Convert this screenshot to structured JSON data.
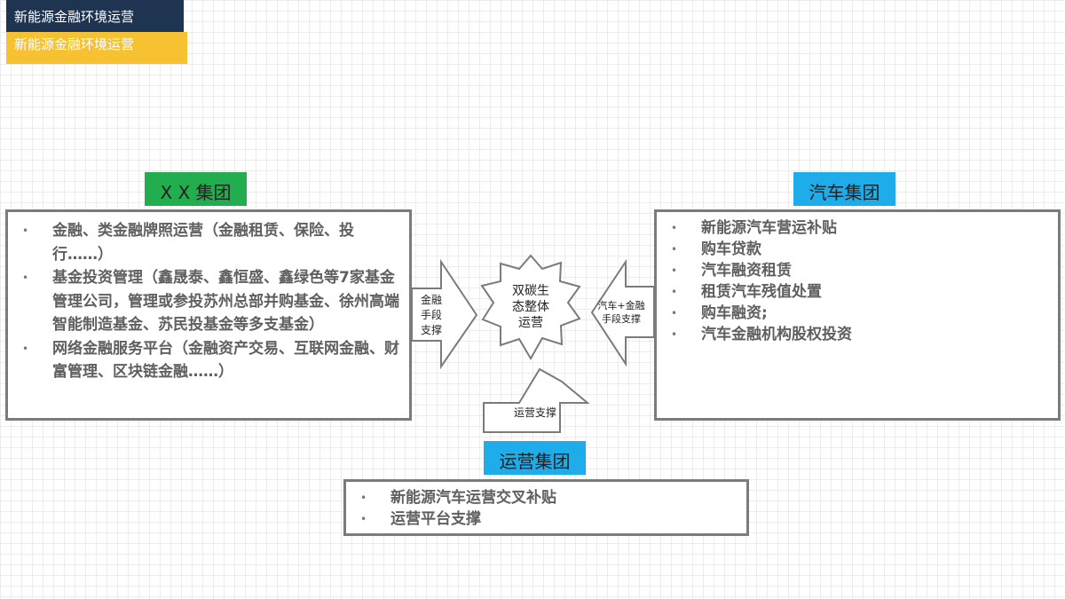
{
  "header": {
    "title_main": "新能源金融环境运营",
    "title_sub": "新能源金融环境运营"
  },
  "xx_group": {
    "label": "X X 集团",
    "items": [
      "金融、类金融牌照运营（金融租赁、保险、投行……）",
      "基金投资管理（鑫晟泰、鑫恒盛、鑫绿色等7家基金管理公司，管理或参投苏州总部并购基金、徐州高端智能制造基金、苏民投基金等多支基金）",
      "网络金融服务平台（金融资产交易、互联网金融、财富管理、区块链金融……）"
    ]
  },
  "auto_group": {
    "label": "汽车集团",
    "items": [
      "新能源汽车营运补贴",
      "购车贷款",
      "汽车融资租赁",
      "租赁汽车残值处置",
      "购车融资;",
      "汽车金融机构股权投资"
    ]
  },
  "ops_group": {
    "label": "运营集团",
    "items": [
      "新能源汽车运营交叉补贴",
      "运营平台支撑"
    ]
  },
  "center": {
    "line1": "双碳生",
    "line2": "态整体",
    "line3": "运营"
  },
  "arrows": {
    "left": {
      "line1": "金融",
      "line2": "手段",
      "line3": "支撑"
    },
    "right": {
      "line1": "汽车+金融",
      "line2": "手段支撑"
    },
    "bottom": {
      "line1": "运营支撑"
    }
  },
  "bullet_glyph": "•",
  "colors": {
    "dark_title": "#1f3450",
    "gold_title": "#f6c231",
    "green_label": "#22ad4e",
    "blue_label": "#1eacea",
    "box_border": "#7b7b7b"
  }
}
